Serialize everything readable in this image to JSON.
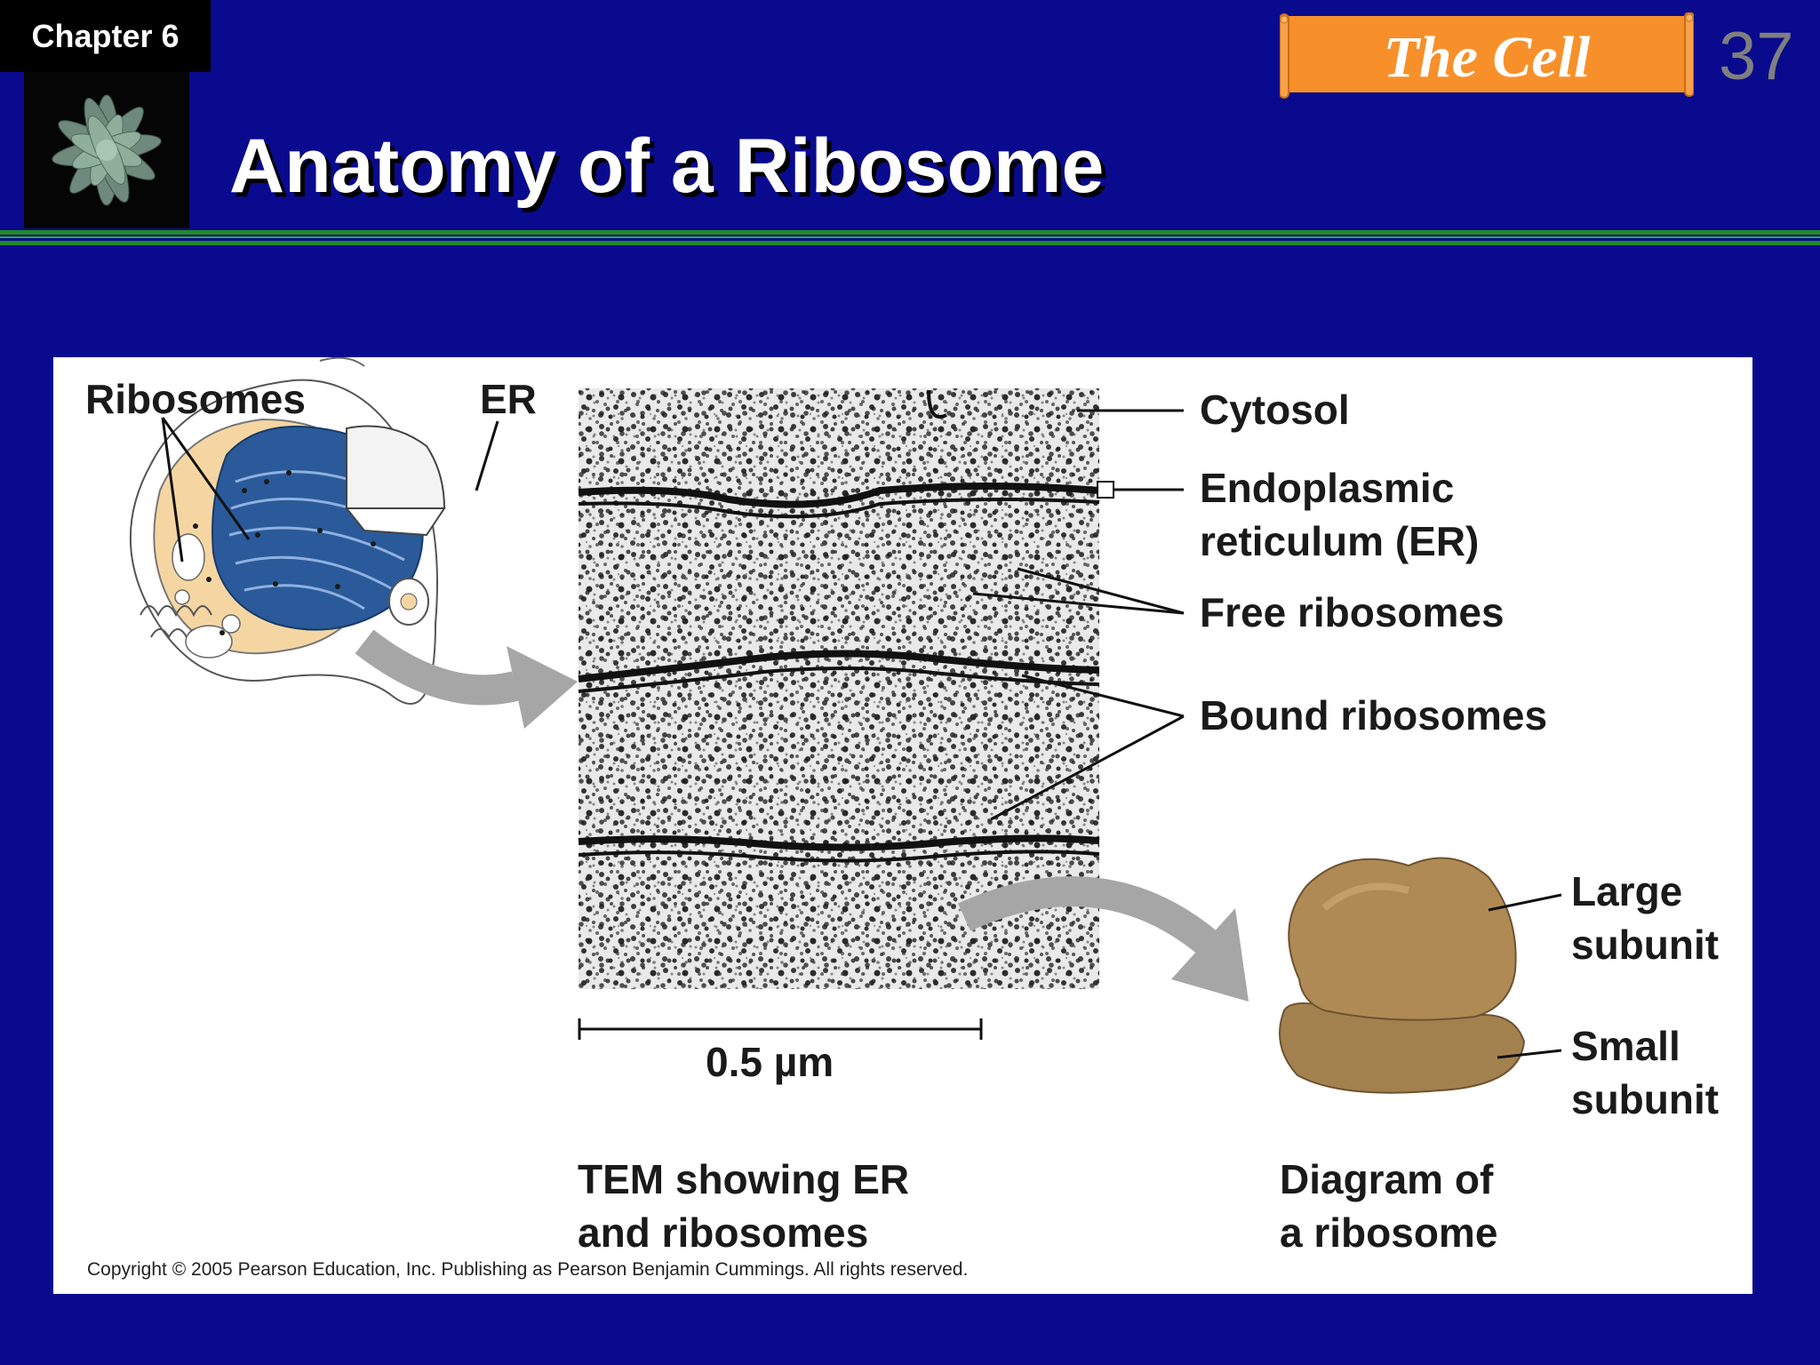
{
  "header": {
    "chapter_label": "Chapter 6",
    "topic": "The Cell",
    "slide_number": "37",
    "title": "Anatomy of a Ribosome"
  },
  "colors": {
    "background": "#0a0a8e",
    "topic_banner": "#f7902a",
    "divider": "#1f8a2a",
    "er_blue": "#2a5a9a",
    "cytoplasm": "#f5d6a3",
    "ribosome": "#a3814f",
    "arrow": "#a6a6a6"
  },
  "icons": [
    "plant-thumbnail",
    "cell-illustration",
    "curved-arrow",
    "ribosome-illustration"
  ],
  "figure": {
    "cell_labels": {
      "ribosomes": "Ribosomes",
      "er": "ER"
    },
    "tem_labels": {
      "cytosol": "Cytosol",
      "er_line1": "Endoplasmic",
      "er_line2": "reticulum (ER)",
      "free_ribosomes": "Free ribosomes",
      "bound_ribosomes": "Bound ribosomes"
    },
    "scale_bar": "0.5 µm",
    "tem_caption": {
      "line1": "TEM showing ER",
      "line2": "and ribosomes"
    },
    "ribosome_labels": {
      "large_line1": "Large",
      "large_line2": "subunit",
      "small_line1": "Small",
      "small_line2": "subunit"
    },
    "diagram_caption": {
      "line1": "Diagram of",
      "line2": "a ribosome"
    },
    "copyright": "Copyright © 2005 Pearson Education, Inc. Publishing as Pearson Benjamin Cummings. All rights reserved."
  }
}
